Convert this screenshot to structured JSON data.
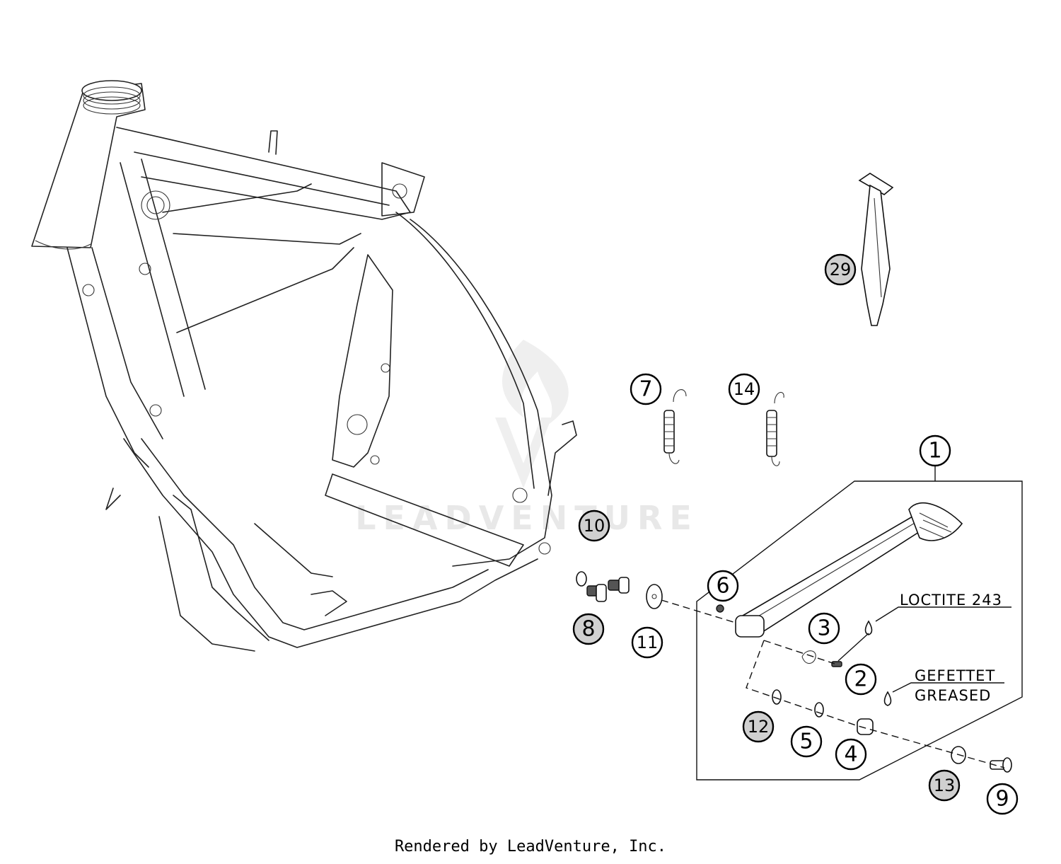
{
  "callouts": {
    "c1": "1",
    "c2": "2",
    "c3": "3",
    "c4": "4",
    "c5": "5",
    "c6": "6",
    "c7": "7",
    "c8": "8",
    "c9": "9",
    "c10": "10",
    "c11": "11",
    "c12": "12",
    "c13": "13",
    "c14": "14",
    "c29": "29"
  },
  "notes": {
    "loctite": "LOCTITE 243",
    "gefettet": "GEFETTET",
    "greased": "GREASED"
  },
  "watermark": "LEADVENTURE",
  "footer": "Rendered by LeadVenture, Inc."
}
